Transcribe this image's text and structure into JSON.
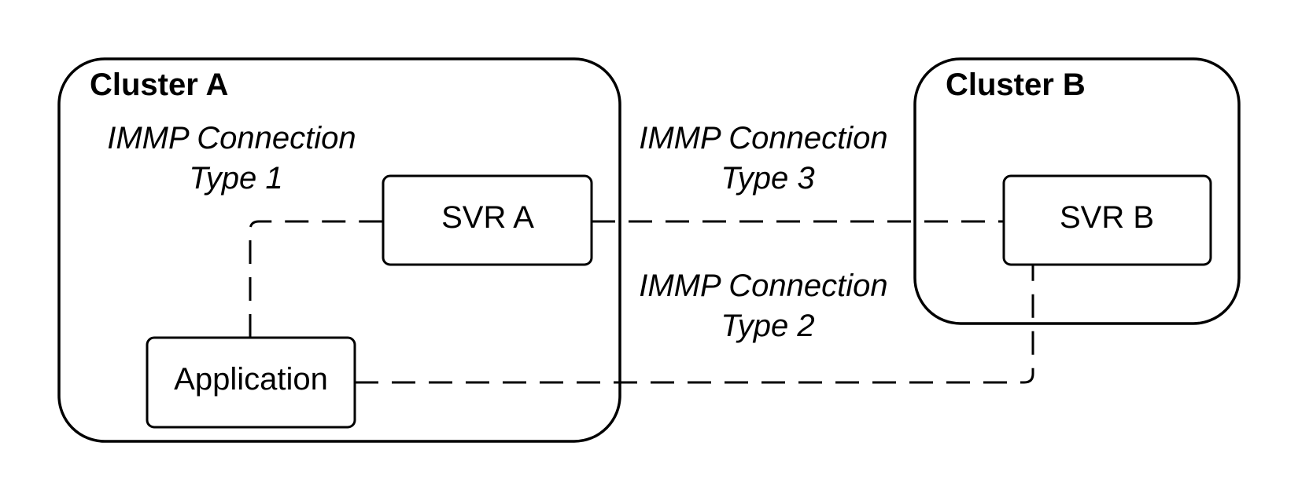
{
  "colors": {
    "stroke": "#000000",
    "background": "#ffffff",
    "text": "#000000"
  },
  "clusters": [
    {
      "id": "cluster-a",
      "title": "Cluster A"
    },
    {
      "id": "cluster-b",
      "title": "Cluster B"
    }
  ],
  "nodes": [
    {
      "id": "svr-a",
      "label": "SVR A",
      "cluster": "cluster-a"
    },
    {
      "id": "application",
      "label": "Application",
      "cluster": "cluster-a"
    },
    {
      "id": "svr-b",
      "label": "SVR B",
      "cluster": "cluster-b"
    }
  ],
  "connections": [
    {
      "id": "type-1",
      "from": "application",
      "to": "svr-a",
      "style": "dashed",
      "label_line1": "IMMP Connection",
      "label_line2": "Type 1"
    },
    {
      "id": "type-3",
      "from": "svr-a",
      "to": "svr-b",
      "style": "dashed",
      "label_line1": "IMMP Connection",
      "label_line2": "Type 3"
    },
    {
      "id": "type-2",
      "from": "application",
      "to": "svr-b",
      "style": "dashed",
      "label_line1": "IMMP Connection",
      "label_line2": "Type 2"
    }
  ]
}
